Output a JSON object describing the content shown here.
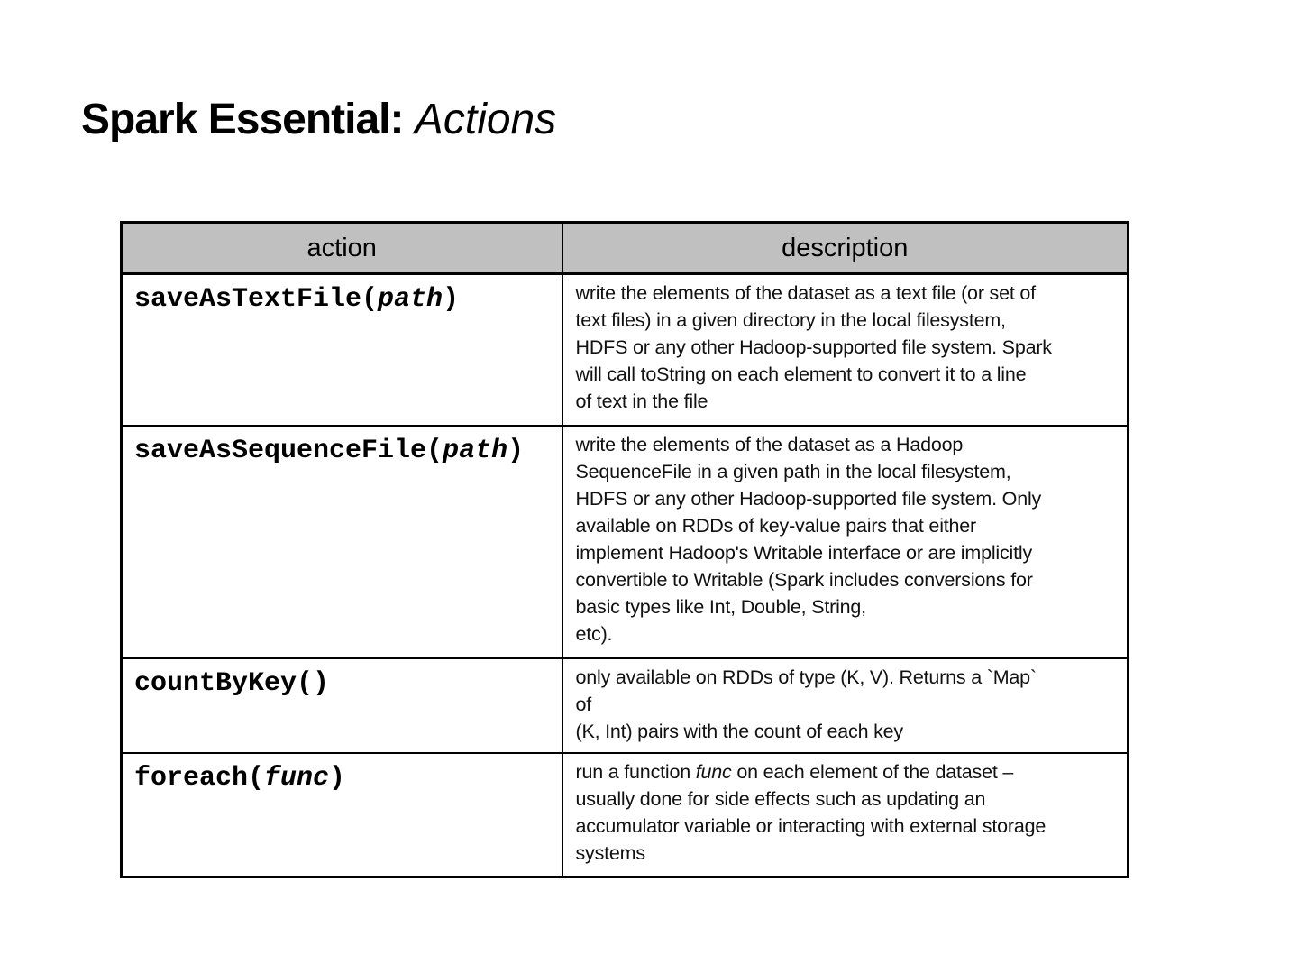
{
  "title": {
    "prefix": "Spark Essential: ",
    "emphasis": "Actions"
  },
  "table": {
    "headers": [
      "action",
      "description"
    ],
    "rows": [
      {
        "action": [
          {
            "t": "saveAsTextFile("
          },
          {
            "t": "path",
            "i": true
          },
          {
            "t": ")"
          }
        ],
        "description": [
          {
            "t": "write the elements of the dataset as a text file (or set of\ntext files) in a given directory in the local filesystem,\nHDFS or any other Hadoop-supported file system. Spark\nwill call toString on each element to convert it to a line\nof text in the file"
          }
        ]
      },
      {
        "action": [
          {
            "t": "saveAsSequenceFile("
          },
          {
            "t": "path",
            "i": true
          },
          {
            "t": ")"
          }
        ],
        "description": [
          {
            "t": "write the elements of the dataset as a Hadoop\nSequenceFile in a given path in the local filesystem,\nHDFS or any other Hadoop-supported file system. Only\navailable on RDDs of key-value pairs that either\nimplement Hadoop's Writable interface or are implicitly\nconvertible to Writable (Spark includes conversions for\nbasic types like Int, Double, String,\netc)."
          }
        ]
      },
      {
        "action": [
          {
            "t": "countByKey()"
          }
        ],
        "description": [
          {
            "t": "only available on RDDs of type (K, V). Returns a `Map`\nof\n(K, Int) pairs with the count of each key"
          }
        ]
      },
      {
        "action": [
          {
            "t": "foreach("
          },
          {
            "t": "func",
            "i": true
          },
          {
            "t": ")"
          }
        ],
        "description": [
          {
            "t": "run a function "
          },
          {
            "t": "func",
            "i": true
          },
          {
            "t": " on each element of the dataset –\nusually done for side effects such as updating an\naccumulator variable or interacting with external storage\nsystems"
          }
        ]
      }
    ]
  },
  "colors": {
    "background": "#ffffff",
    "header_bg": "#c0c0c0",
    "border": "#000000",
    "text": "#111111"
  }
}
